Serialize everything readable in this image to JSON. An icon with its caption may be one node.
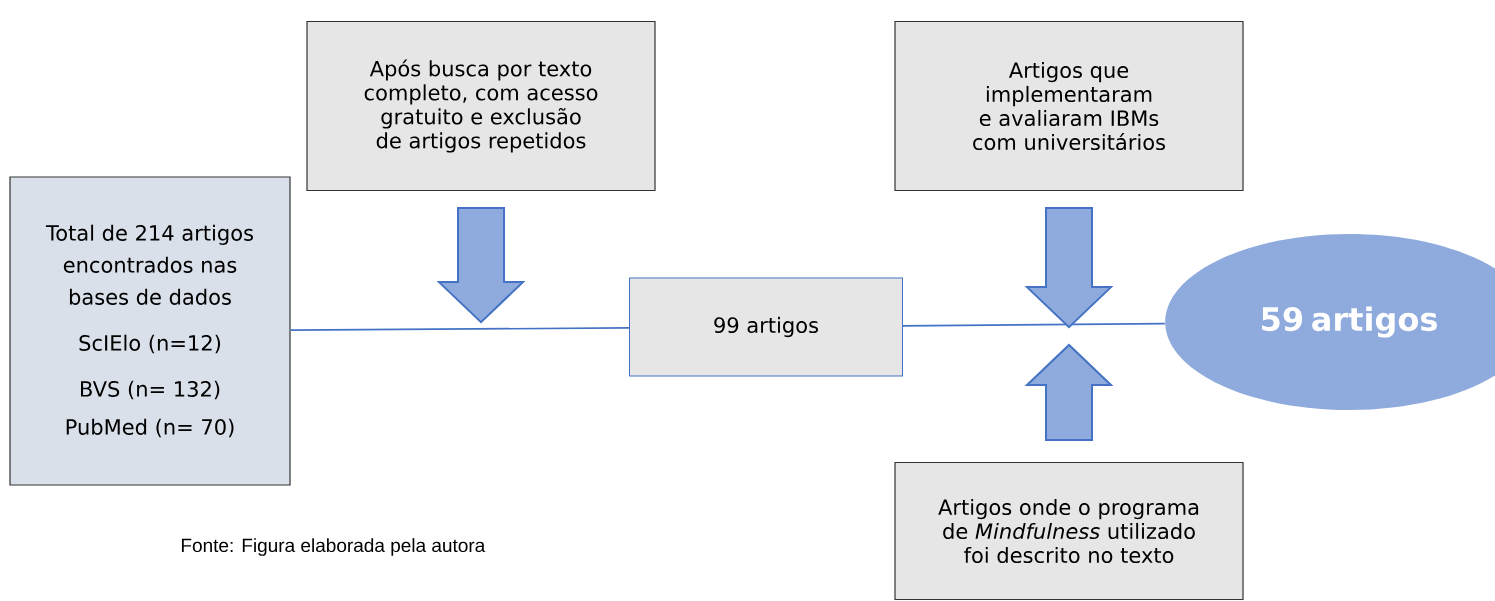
{
  "diagram": {
    "caption": "Fonte: Figura elaborada pela autora",
    "nodes": [
      {
        "text": [
          "Total de 214 artigos encontrados nas bases de dados",
          "ScIElo (n=12)",
          "BVS (n= 132)",
          "PubMed (n= 70)"
        ]
      },
      {
        "text": [
          "Após busca por texto completo, com acesso gratuito e exclusão de artigos repetidos"
        ]
      },
      {
        "text": [
          "99 artigos"
        ]
      },
      {
        "text": [
          "Artigos que implementaram e avaliaram IBMs com universitários"
        ]
      },
      {
        "text": [
          "Artigos onde o programa de *Mindfulness* utilizado foi descrito no texto"
        ]
      },
      {
        "text": [
          "59 artigos"
        ]
      }
    ],
    "edges": [
      {
        "from": 0,
        "to": 2,
        "arrow": "none"
      },
      {
        "from": 2,
        "to": 5,
        "arrow": "none"
      },
      {
        "from": 1,
        "to": null,
        "arrow": "to"
      },
      {
        "from": 3,
        "to": null,
        "arrow": "to"
      },
      {
        "from": 4,
        "to": null,
        "arrow": "to"
      }
    ]
  }
}
